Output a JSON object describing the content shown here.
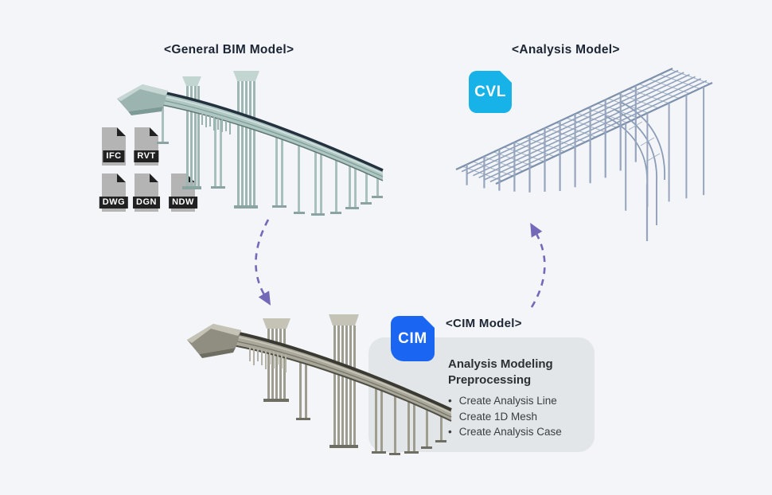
{
  "colors": {
    "background": "#f3f5f8",
    "arrow_purple": "#7468b8",
    "cvl_badge": "#16b2e8",
    "cim_badge": "#1a66f2",
    "panel_bg": "#e2e6e8",
    "title_text": "#1c2533",
    "file_icon_gray": "#b4b4b5",
    "file_label_bg": "#212121",
    "bim_bridge": "#afc7c3",
    "analysis_bridge": "#8c9cb5",
    "cim_bridge": "#a9a89b"
  },
  "general_bim": {
    "title": "<General BIM Model>",
    "file_formats": [
      "IFC",
      "RVT",
      "DWG",
      "DGN",
      "NDW"
    ]
  },
  "analysis_model": {
    "title": "<Analysis Model>",
    "badge": "CVL"
  },
  "cim_model": {
    "title": "<CIM Model>",
    "badge": "CIM",
    "panel": {
      "heading": "Analysis Modeling Preprocessing",
      "bullets": [
        "Create Analysis Line",
        "Create 1D Mesh",
        "Create Analysis Case"
      ]
    }
  }
}
